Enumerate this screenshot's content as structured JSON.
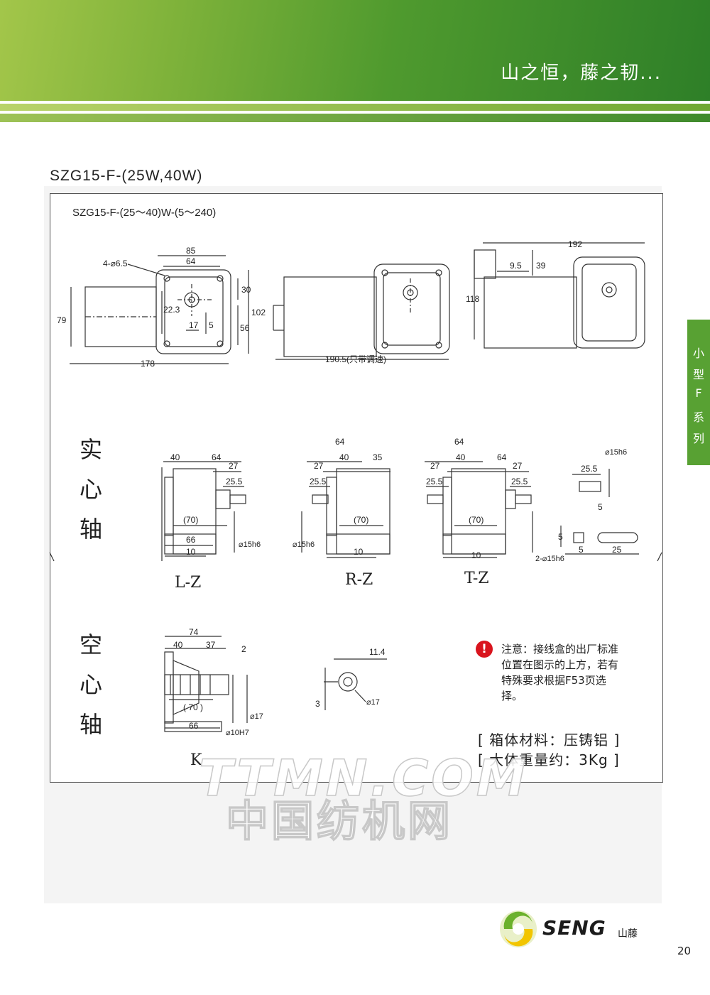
{
  "header": {
    "slogan": "山之恒，藤之韧..."
  },
  "model_title": "SZG15-F-(25W,40W)",
  "sub_title": "SZG15-F-(25～40)W-(5～240)",
  "side_tab": {
    "chars": [
      "小",
      "型",
      "F",
      "系",
      "列"
    ]
  },
  "solid_shaft_label": [
    "实",
    "心",
    "轴"
  ],
  "hollow_shaft_label": [
    "空",
    "心",
    "轴"
  ],
  "views": {
    "lz": "L-Z",
    "rz": "R-Z",
    "tz": "T-Z",
    "k": "K"
  },
  "dims": {
    "top": {
      "d85": "85",
      "d64": "64",
      "holes": "4-⌀6.5",
      "d30": "30",
      "d102": "102",
      "d56": "56",
      "d22_3": "22.3",
      "d17": "17",
      "d5": "5",
      "d79": "79",
      "d178": "178",
      "d190_5": "190.5(只带调速)",
      "d192": "192",
      "d9_5": "9.5",
      "d39": "39",
      "d118": "118"
    },
    "lz": {
      "d40": "40",
      "d64": "64",
      "d27": "27",
      "d25_5": "25.5",
      "d70": "(70)",
      "d66": "66",
      "d10": "10",
      "dh6": "⌀15h6"
    },
    "rz": {
      "d64": "64",
      "d40": "40",
      "d35": "35",
      "d27": "27",
      "d25_5": "25.5",
      "d70": "(70)",
      "d10": "10",
      "dh6": "⌀15h6"
    },
    "tz": {
      "d64a": "64",
      "d40": "40",
      "d64b": "64",
      "d27a": "27",
      "d27b": "27",
      "d25_5a": "25.5",
      "d25_5b": "25.5",
      "d70": "(70)",
      "d10": "10",
      "dh6": "2-⌀15h6"
    },
    "key": {
      "d25_5": "25.5",
      "dh6": "⌀15h6",
      "d5a": "5",
      "d5b": "5",
      "d5c": "5",
      "d25": "25"
    },
    "k": {
      "d74": "74",
      "d40": "40",
      "d37": "37",
      "d2": "2",
      "d70": "( 70 )",
      "d66": "66",
      "dh7": "⌀10H7",
      "d17": "⌀17"
    },
    "hole": {
      "d11_4": "11.4",
      "d3": "3",
      "d17": "⌀17"
    }
  },
  "note": {
    "icon": "!",
    "text": "注意：接线盒的出厂标准位置在图示的上方，若有特殊要求根据F53页选择。"
  },
  "specs": {
    "material": "[ 箱体材料：压铸铝 ]",
    "weight": "[ 大体重量约：3Kg ]"
  },
  "watermark": {
    "line1": "TTMN.COM",
    "line2": "中国纺机网"
  },
  "logo": {
    "brand": "SENG",
    "cn": "山藤"
  },
  "page_number": "20",
  "colors": {
    "banner_dark": "#2e7f28",
    "banner_light": "#a3c64a",
    "tab_green": "#58a133",
    "note_red": "#d9141d"
  }
}
